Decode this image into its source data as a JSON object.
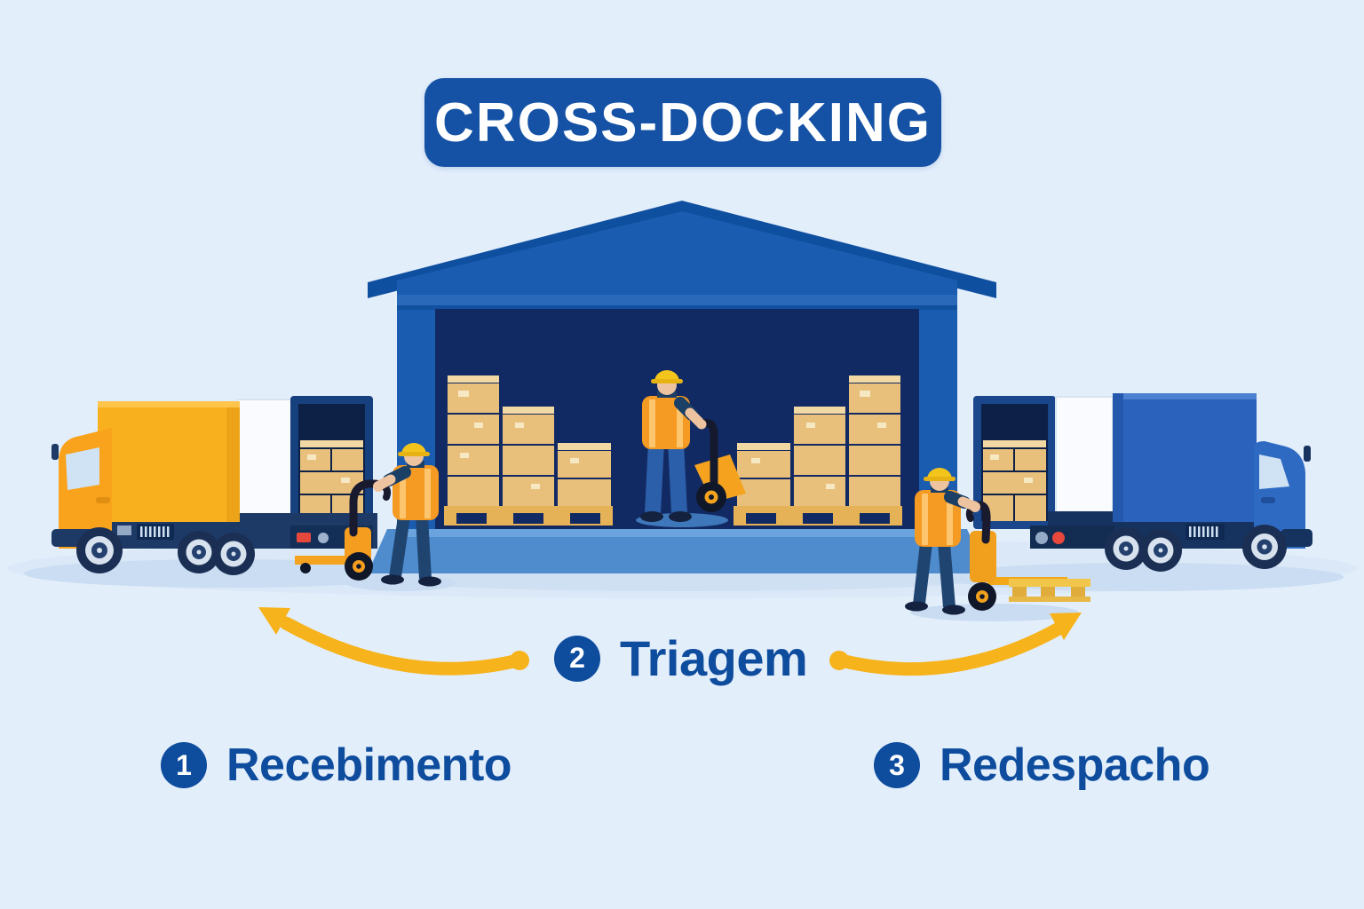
{
  "title": {
    "label": "CROSS-DOCKING"
  },
  "steps": [
    {
      "number": "1",
      "label": "Recebimento"
    },
    {
      "number": "2",
      "label": "Triagem"
    },
    {
      "number": "3",
      "label": "Redespacho"
    }
  ],
  "illustration": {
    "elements": [
      "inbound-truck-yellow",
      "worker-receiving-with-pallet-jack",
      "warehouse-with-box-pallets",
      "worker-sorting-with-pallet-jack",
      "worker-dispatch-with-pallet-jack",
      "outbound-truck-blue",
      "curved-arrow-to-receiving",
      "curved-arrow-to-dispatch"
    ]
  },
  "colors": {
    "background": "#e3eefb",
    "banner_blue": "#1552a5",
    "text_blue": "#0e4c9e",
    "warehouse_wall_blue": "#1a5cb0",
    "warehouse_roof_blue": "#0f4f9f",
    "warehouse_interior_navy": "#122a63",
    "dock_platform_blue": "#4e8ccd",
    "box_tan": "#e8c07c",
    "pallet_gold": "#e6b258",
    "truck_yellow": "#f9b01e",
    "truck_blue": "#2b62bb",
    "chassis_navy": "#1d3a66",
    "vest_orange": "#f59a23",
    "helmet_yellow": "#f3c51c",
    "arrow_gold": "#f6b31b",
    "taillight_red": "#e8483c"
  }
}
